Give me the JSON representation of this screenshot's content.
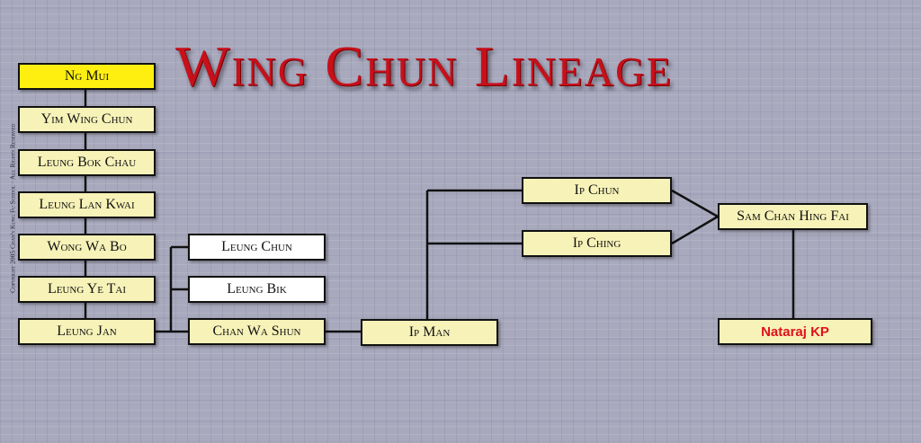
{
  "title": "Wing Chun Lineage",
  "copyright": "Copyright 2005 Chan's Kung Fu School · All Rights Reserved",
  "nodes": {
    "ng_mui": "Ng Mui",
    "yim_wing_chun": "Yim Wing Chun",
    "leung_bok_chau": "Leung Bok Chau",
    "leung_lan_kwai": "Leung Lan Kwai",
    "wong_wa_bo": "Wong Wa Bo",
    "leung_ye_tai": "Leung Ye Tai",
    "leung_jan": "Leung Jan",
    "leung_chun": "Leung Chun",
    "leung_bik": "Leung Bik",
    "chan_wa_shun": "Chan Wa Shun",
    "ip_man": "Ip Man",
    "ip_chun": "Ip Chun",
    "ip_ching": "Ip Ching",
    "sam_chan_hing_fai": "Sam Chan Hing Fai",
    "nataraj_kp": "Nataraj KP"
  },
  "colors": {
    "title": "#c8101a",
    "node_fill": "#f7f2b8",
    "root_fill": "#ffef10",
    "alt_fill": "#ffffff",
    "highlight_text": "#e0101c",
    "background": "#a8a9bd"
  }
}
